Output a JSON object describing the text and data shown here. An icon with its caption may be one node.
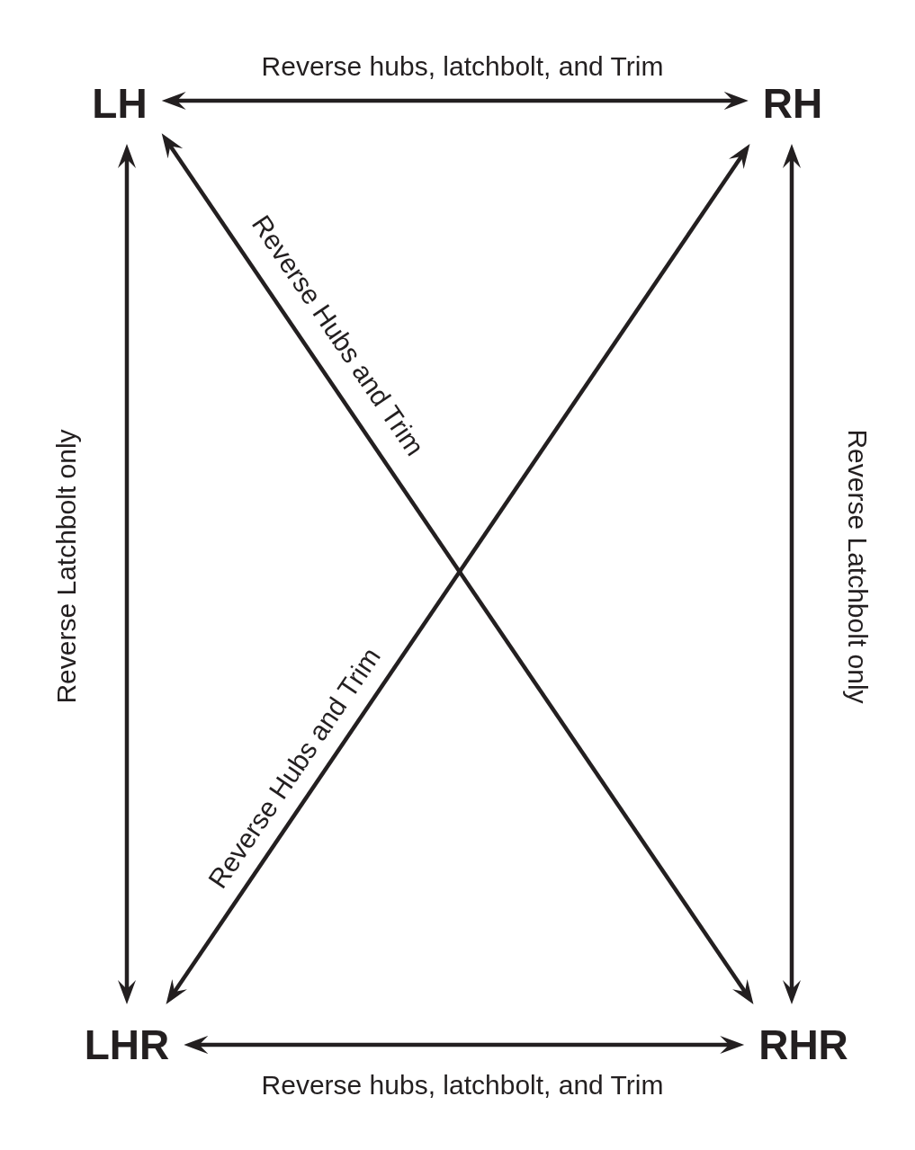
{
  "diagram": {
    "nodes": [
      {
        "text": [
          "LH"
        ]
      },
      {
        "text": [
          "RH"
        ]
      },
      {
        "text": [
          "LHR"
        ]
      },
      {
        "text": [
          "RHR"
        ]
      }
    ],
    "edges": [
      {
        "from": 0,
        "to": 1,
        "arrow": "both",
        "label": "Reverse hubs, latchbolt, and Trim"
      },
      {
        "from": 0,
        "to": 2,
        "arrow": "both",
        "label": "Reverse Latchbolt only"
      },
      {
        "from": 0,
        "to": 3,
        "arrow": "both",
        "label": "Reverse Hubs and Trim"
      },
      {
        "from": 1,
        "to": 2,
        "arrow": "both",
        "label": "Reverse Hubs and Trim"
      },
      {
        "from": 1,
        "to": 3,
        "arrow": "both",
        "label": "Reverse Latchbolt only"
      },
      {
        "from": 2,
        "to": 3,
        "arrow": "both",
        "label": "Reverse hubs, latchbolt, and Trim"
      }
    ]
  }
}
